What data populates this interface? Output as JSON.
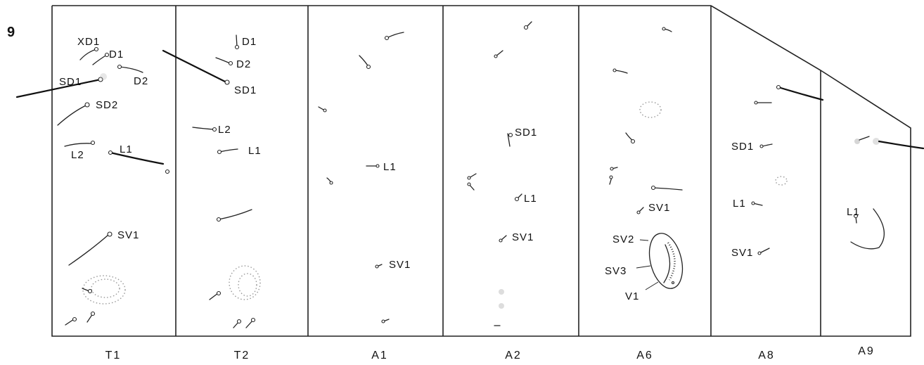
{
  "figure_number": "9",
  "segments": [
    "T1",
    "T2",
    "A1",
    "A2",
    "A6",
    "A8",
    "A9"
  ],
  "labels": {
    "t1_xd1": "XD1",
    "t1_d1": "D1",
    "t1_d2": "D2",
    "t1_sd1": "SD1",
    "t1_sd2": "SD2",
    "t1_l2": "L2",
    "t1_l1": "L1",
    "t1_sv1": "SV1",
    "t2_d1": "D1",
    "t2_d2": "D2",
    "t2_sd1": "SD1",
    "t2_l2": "L2",
    "t2_l1": "L1",
    "a1_l1": "L1",
    "a1_sv1": "SV1",
    "a2_sd1": "SD1",
    "a2_l1": "L1",
    "a2_sv1": "SV1",
    "a6_sv1": "SV1",
    "a6_sv2": "SV2",
    "a6_sv3": "SV3",
    "a6_v1": "V1",
    "a8_sd1": "SD1",
    "a8_l1": "L1",
    "a8_sv1": "SV1",
    "a9_l1": "L1"
  }
}
